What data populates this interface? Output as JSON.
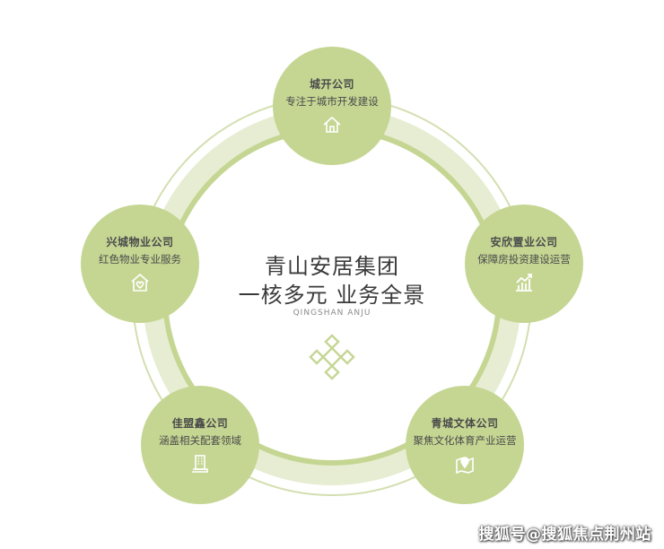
{
  "colors": {
    "node_fill": "#c5d693",
    "ring_light": "#e6edd2",
    "ring_border": "#d3dfb0",
    "text_dark": "#3a3a3a",
    "icon_stroke": "#ffffff"
  },
  "center": {
    "title_line1": "青山安居集团",
    "title_line2": "一核多元 业务全景",
    "subtitle": "QINGSHAN ANJU",
    "emblem_icon": "diamond-network-icon"
  },
  "nodes": [
    {
      "id": "top",
      "title": "城开公司",
      "desc": "专注于城市开发建设",
      "icon": "house-icon"
    },
    {
      "id": "right",
      "title": "安欣置业公司",
      "desc": "保障房投资建设运营",
      "icon": "bar-chart-icon"
    },
    {
      "id": "bottom-right",
      "title": "青城文体公司",
      "desc": "聚焦文化体育产业运营",
      "icon": "map-pin-icon"
    },
    {
      "id": "bottom-left",
      "title": "佳盟鑫公司",
      "desc": "涵盖相关配套领域",
      "icon": "building-icon"
    },
    {
      "id": "left",
      "title": "兴城物业公司",
      "desc": "红色物业专业服务",
      "icon": "heart-house-icon"
    }
  ],
  "watermark": "搜狐号@搜狐焦点荆州站"
}
